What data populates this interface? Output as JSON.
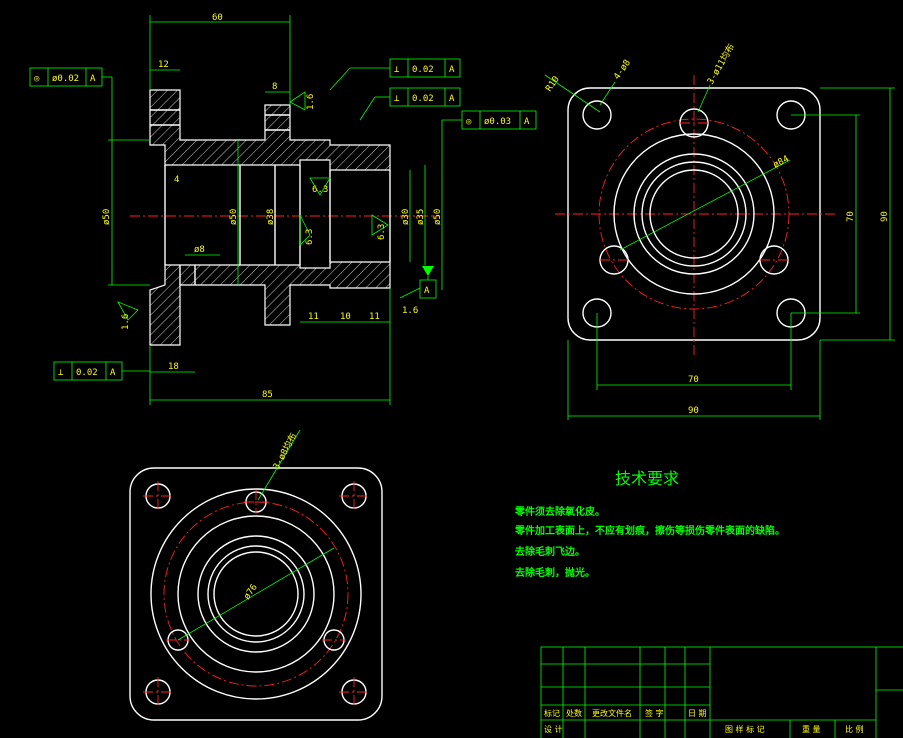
{
  "front_view": {
    "dims": {
      "d60": "60",
      "d12": "12",
      "d8": "8",
      "d4": "4",
      "d18": "18",
      "d85": "85",
      "d11a": "11",
      "d10": "10",
      "d11b": "11",
      "phi50_left": "ø50",
      "phi50_mid": "ø50",
      "phi38": "ø38",
      "phi30": "ø30",
      "phi35": "ø35",
      "phi50_right": "ø50",
      "phi8": "ø8"
    },
    "roughness": {
      "r16a": "1.6",
      "r16b": "1.6",
      "r16c": "1.6",
      "r63a": "6.3",
      "r63b": "6.3",
      "r63c": "6.3"
    },
    "tolerances": {
      "coax_left": {
        "symbol": "◎",
        "value": "ø0.02",
        "datum": "A"
      },
      "perp_top1": {
        "symbol": "⊥",
        "value": "0.02",
        "datum": "A"
      },
      "perp_top2": {
        "symbol": "⊥",
        "value": "0.02",
        "datum": "A"
      },
      "coax_right": {
        "symbol": "◎",
        "value": "ø0.03",
        "datum": "A"
      },
      "perp_bottom": {
        "symbol": "⊥",
        "value": "0.02",
        "datum": "A"
      },
      "datum_label": "A"
    }
  },
  "right_view": {
    "dims": {
      "r10": "R10",
      "chamfer": "4-ø8",
      "holes": "3-ø11均布",
      "phi84": "ø84",
      "h70": "70",
      "h90": "90",
      "v70": "70",
      "v90": "90"
    }
  },
  "bottom_view": {
    "dims": {
      "holes": "3-ø8均布",
      "phi76": "ø76"
    }
  },
  "notes": {
    "title": "技术要求",
    "items": [
      "零件须去除氧化皮。",
      "零件加工表面上，不应有划痕，擦伤等损伤零件表面的缺陷。",
      "去除毛刺飞边。",
      "去除毛刺，抛光。"
    ]
  },
  "title_block": {
    "labels": [
      "标记",
      "处数",
      "更改文件名",
      "签 字",
      "日 期",
      "设 计"
    ],
    "right_labels": [
      "图 样 标 记",
      "重 量",
      "比 例"
    ]
  },
  "colors": {
    "outline": "#ffffff",
    "dimension": "#00ff00",
    "centerline": "#ff2020",
    "dim_text": "#ffff00"
  }
}
